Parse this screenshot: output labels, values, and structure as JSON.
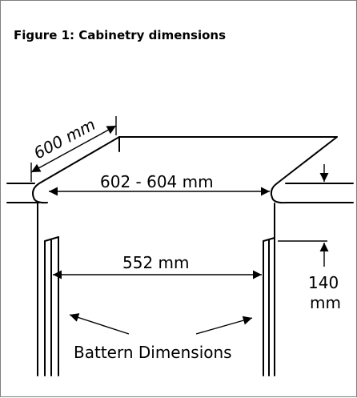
{
  "figure": {
    "title": "Figure 1: Cabinetry dimensions",
    "labels": {
      "depth": "600 mm",
      "opening_width": "602 - 604 mm",
      "batten_gap": "552 mm",
      "batten_height_value": "140",
      "batten_height_unit": "mm",
      "battens": "Battern Dimensions"
    }
  }
}
